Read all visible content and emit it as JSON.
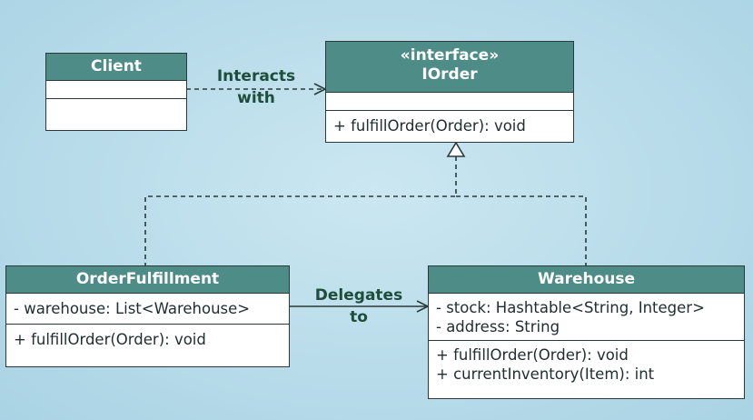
{
  "client": {
    "name": "Client"
  },
  "iorder": {
    "stereotype": "«interface»",
    "name": "IOrder",
    "methods": [
      "+ fulfillOrder(Order): void"
    ]
  },
  "orderfulfillment": {
    "name": "OrderFulfillment",
    "attributes": [
      "- warehouse: List<Warehouse>"
    ],
    "methods": [
      "+ fulfillOrder(Order): void"
    ]
  },
  "warehouse": {
    "name": "Warehouse",
    "attributes": [
      "- stock: Hashtable<String, Integer>",
      "- address: String"
    ],
    "methods": [
      "+ fulfillOrder(Order): void",
      "+ currentInventory(Item): int"
    ]
  },
  "relations": {
    "interacts": [
      "Interacts",
      "with"
    ],
    "delegates": [
      "Delegates",
      "to"
    ]
  },
  "colors": {
    "header": "#4e8c87",
    "label": "#1e4d3a",
    "line": "#2a3a3a"
  }
}
